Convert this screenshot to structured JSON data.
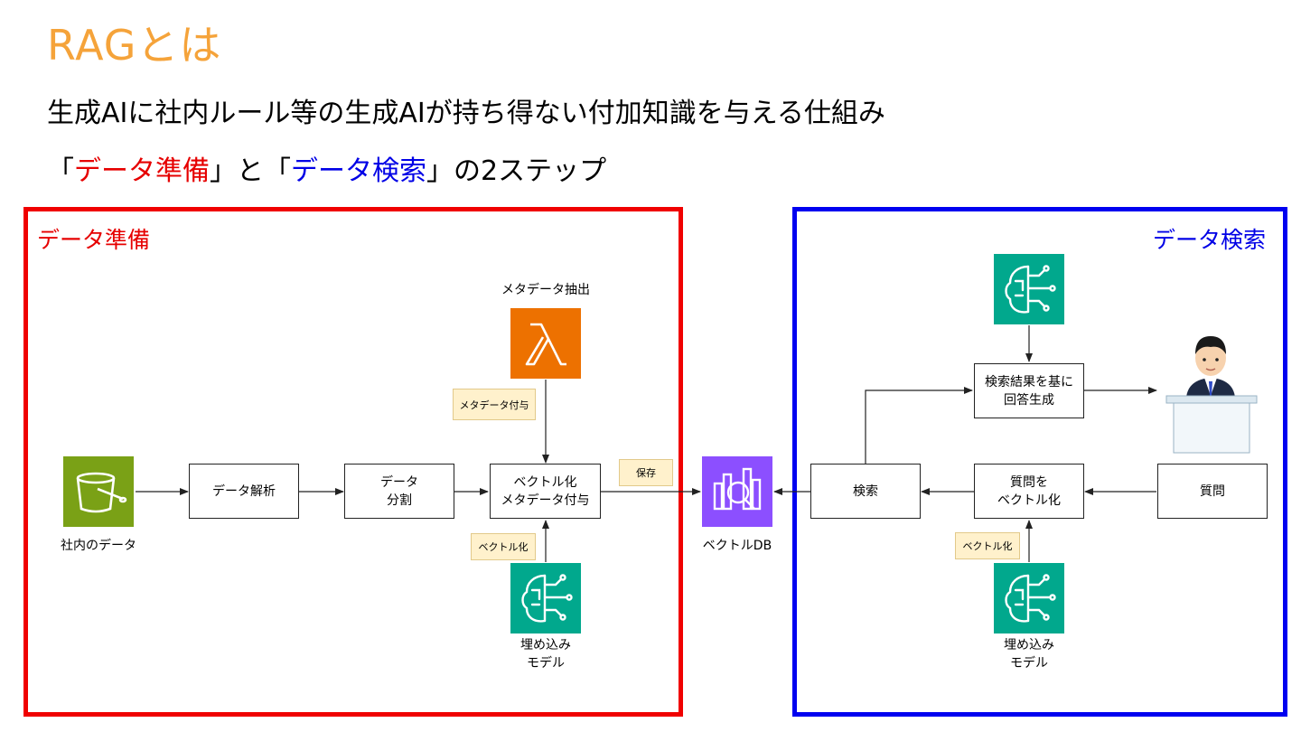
{
  "title": "RAGとは",
  "subtitle": "生成AIに社内ルール等の生成AIが持ち得ない付加知識を与える仕組み",
  "steps_line": {
    "open1": "「",
    "step1": "データ準備",
    "mid": "」と「",
    "step2": "データ検索",
    "close": "」の2ステップ"
  },
  "colors": {
    "title": "#F5A33A",
    "prep": "#E60000",
    "search": "#0000E6",
    "s3": "#7AA116",
    "lambda": "#ED7100",
    "bedrock": "#01A88D",
    "vectordb": "#8C4FFF"
  },
  "prep": {
    "label": "データ準備",
    "s3_caption": "社内のデータ",
    "parse": "データ解析",
    "split": "データ\n分割",
    "vectorize": "ベクトル化\nメタデータ付与",
    "meta_extract_caption": "メタデータ抽出",
    "tag_meta": "メタデータ付与",
    "tag_vector": "ベクトル化",
    "tag_save": "保存",
    "embed_caption": "埋め込み\nモデル"
  },
  "vectordb_caption": "ベクトルDB",
  "search": {
    "label": "データ検索",
    "generate": "検索結果を基に\n回答生成",
    "search_box": "検索",
    "question_vectorize": "質問を\nベクトル化",
    "question": "質問",
    "tag_vector": "ベクトル化",
    "embed_caption": "埋め込み\nモデル"
  },
  "icons": [
    "s3-bucket-icon",
    "lambda-icon",
    "bedrock-brain-icon",
    "vector-db-icon",
    "user-person-icon"
  ]
}
